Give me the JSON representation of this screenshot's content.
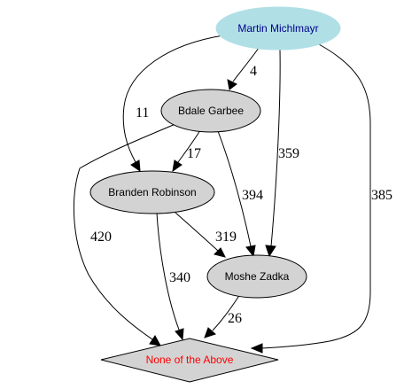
{
  "graph": {
    "nodes": [
      {
        "id": "martin",
        "label": "Martin Michlmayr",
        "fill": "#b0e0e6",
        "text_color": "#00008b",
        "shape": "ellipse"
      },
      {
        "id": "bdale",
        "label": "Bdale Garbee",
        "fill": "#d3d3d3",
        "text_color": "#000000",
        "shape": "ellipse"
      },
      {
        "id": "branden",
        "label": "Branden Robinson",
        "fill": "#d3d3d3",
        "text_color": "#000000",
        "shape": "ellipse"
      },
      {
        "id": "moshe",
        "label": "Moshe Zadka",
        "fill": "#d3d3d3",
        "text_color": "#000000",
        "shape": "ellipse"
      },
      {
        "id": "none",
        "label": "None of the Above",
        "fill": "#d3d3d3",
        "text_color": "#ff0000",
        "shape": "diamond"
      }
    ],
    "edges": [
      {
        "id": "martin-bdale",
        "label": "4"
      },
      {
        "id": "martin-branden",
        "label": "11"
      },
      {
        "id": "martin-moshe",
        "label": "359"
      },
      {
        "id": "martin-none",
        "label": "385"
      },
      {
        "id": "bdale-branden",
        "label": "17"
      },
      {
        "id": "bdale-moshe",
        "label": "394"
      },
      {
        "id": "bdale-none",
        "label": "420"
      },
      {
        "id": "branden-moshe",
        "label": "319"
      },
      {
        "id": "branden-none",
        "label": "340"
      },
      {
        "id": "moshe-none",
        "label": "26"
      }
    ]
  }
}
